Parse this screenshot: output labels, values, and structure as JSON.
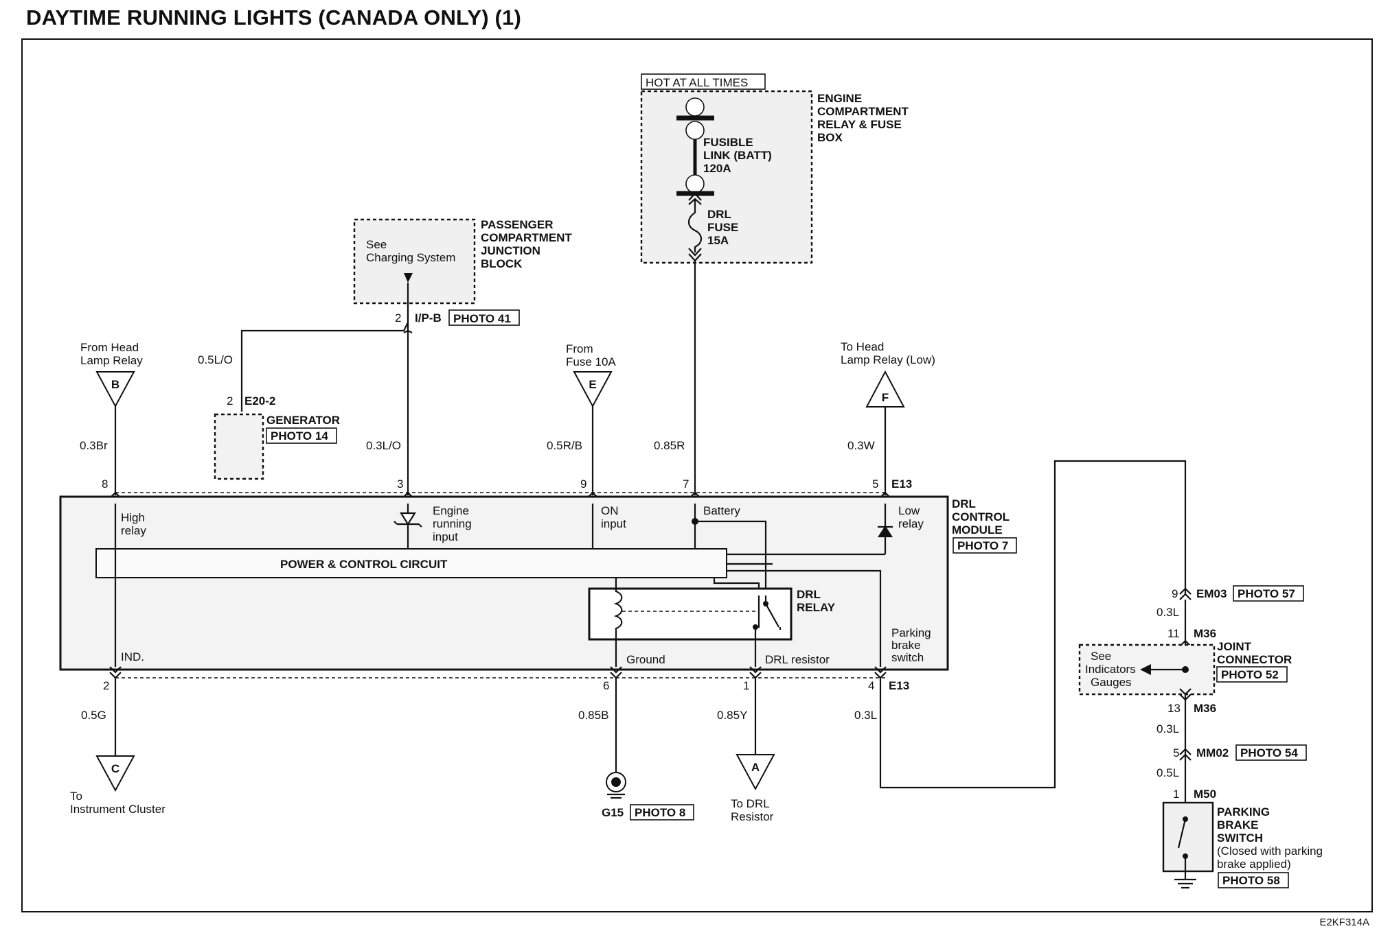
{
  "title": "DAYTIME RUNNING LIGHTS (CANADA ONLY) (1)",
  "code": "E2KF314A",
  "engine_box": {
    "hot_label": "HOT AT ALL TIMES",
    "name": [
      "ENGINE",
      "COMPARTMENT",
      "RELAY & FUSE",
      "BOX"
    ],
    "fusible": [
      "FUSIBLE",
      "LINK (BATT)",
      "120A"
    ],
    "fuse": [
      "DRL",
      "FUSE",
      "15A"
    ]
  },
  "junction": {
    "note": [
      "See",
      "Charging System"
    ],
    "name": [
      "PASSENGER",
      "COMPARTMENT",
      "JUNCTION",
      "BLOCK"
    ],
    "pin": "2",
    "connector": "I/P-B",
    "photo": "PHOTO 41"
  },
  "generator": {
    "name": "GENERATOR",
    "photo": "PHOTO 14",
    "pin": "2",
    "connector": "E20-2",
    "wire": "0.5L/O"
  },
  "terminals": {
    "B": {
      "letter": "B",
      "label": [
        "From Head",
        "Lamp Relay"
      ]
    },
    "E": {
      "letter": "E",
      "label": [
        "From",
        "Fuse 10A"
      ]
    },
    "F": {
      "letter": "F",
      "label": [
        "To Head",
        "Lamp Relay (Low)"
      ]
    },
    "C": {
      "letter": "C",
      "label": [
        "To",
        "Instrument Cluster"
      ]
    },
    "A": {
      "letter": "A",
      "label": [
        "To DRL",
        "Resistor"
      ]
    }
  },
  "top_wires": {
    "w8": "0.3Br",
    "w3": "0.3L/O",
    "w9": "0.5R/B",
    "w7": "0.85R",
    "w5": "0.3W"
  },
  "top_pins": {
    "p8": "8",
    "p3": "3",
    "p9": "9",
    "p7": "7",
    "p5": "5",
    "conn": "E13"
  },
  "module": {
    "name": [
      "DRL",
      "CONTROL",
      "MODULE"
    ],
    "photo": "PHOTO 7",
    "circuit": "POWER & CONTROL CIRCUIT",
    "high": [
      "High",
      "relay"
    ],
    "engine": [
      "Engine",
      "running",
      "input"
    ],
    "on": [
      "ON",
      "input"
    ],
    "battery": "Battery",
    "low": [
      "Low",
      "relay"
    ],
    "relay": [
      "DRL",
      "RELAY"
    ],
    "ind": "IND.",
    "ground": "Ground",
    "resistor": "DRL resistor",
    "parking": [
      "Parking",
      "brake",
      "switch"
    ]
  },
  "bottom_pins": {
    "p2": "2",
    "p6": "6",
    "p1": "1",
    "p4": "4",
    "conn": "E13"
  },
  "bottom_wires": {
    "w2": "0.5G",
    "w6": "0.85B",
    "w1": "0.85Y",
    "w4": "0.3L"
  },
  "ground": {
    "name": "G15",
    "photo": "PHOTO 8"
  },
  "right_chain": {
    "em03_pin": "9",
    "em03": "EM03",
    "em03_photo": "PHOTO 57",
    "w1": "0.3L",
    "m36a_pin": "11",
    "m36a": "M36",
    "joint": [
      "JOINT",
      "CONNECTOR"
    ],
    "joint_photo": "PHOTO 52",
    "see": [
      "See",
      "Indicators",
      "Gauges"
    ],
    "m36b_pin": "13",
    "m36b": "M36",
    "w2": "0.3L",
    "mm02_pin": "5",
    "mm02": "MM02",
    "mm02_photo": "PHOTO 54",
    "w3": "0.5L",
    "m50_pin": "1",
    "m50": "M50",
    "switch": [
      "PARKING",
      "BRAKE",
      "SWITCH"
    ],
    "switch_note": [
      "(Closed with parking",
      "brake applied)"
    ],
    "switch_photo": "PHOTO 58"
  }
}
